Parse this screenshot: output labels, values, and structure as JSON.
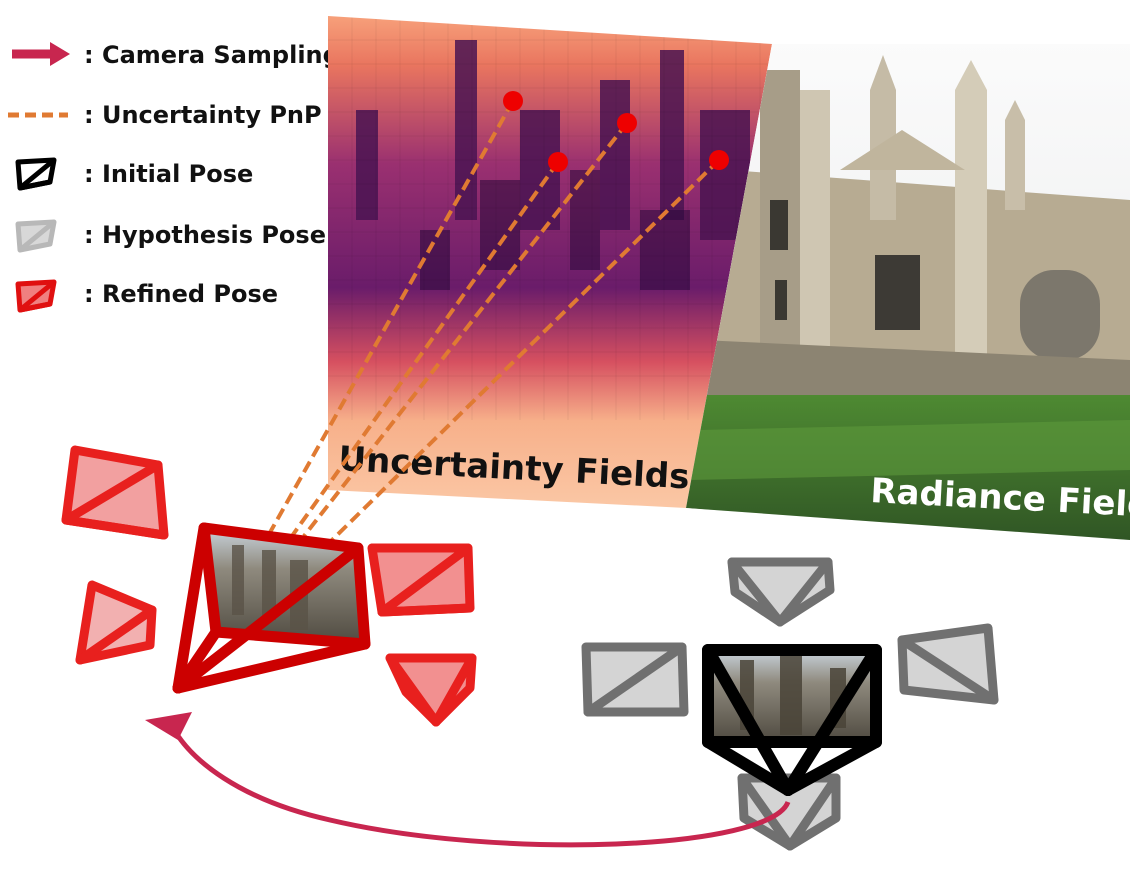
{
  "legend": {
    "items": [
      {
        "key": "camera-sampling",
        "label": ": Camera Sampling",
        "color": "#c8264f"
      },
      {
        "key": "uncertainty-pnp",
        "label": ": Uncertainty PnP",
        "color": "#e07a32"
      },
      {
        "key": "initial-pose",
        "label": ": Initial Pose",
        "color": "#000000"
      },
      {
        "key": "hypothesis-pose",
        "label": ": Hypothesis Pose",
        "color": "#8a8a8a"
      },
      {
        "key": "refined-pose",
        "label": ": Refined Pose",
        "color": "#e01010"
      }
    ]
  },
  "panels": {
    "uncertainty_label": "Uncertainty Fields",
    "radiance_label": "Radiance Fields"
  },
  "colors": {
    "refined": "#e01a1a",
    "refined_dark": "#cc0000",
    "hypothesis": "#6e6e6e",
    "initial": "#000000",
    "pnp_line": "#e07a32",
    "sampling_arrow": "#c8264f",
    "keypoint": "#ee0000"
  }
}
